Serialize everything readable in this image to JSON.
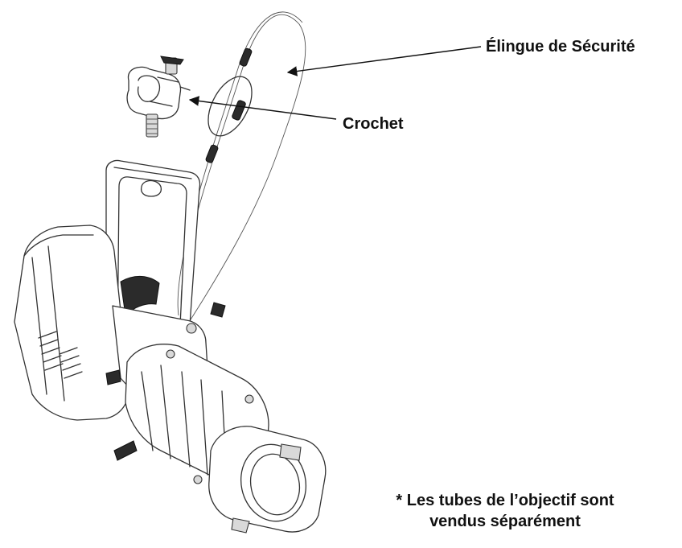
{
  "labels": {
    "safety_cable": "Élingue de Sécurité",
    "clamp": "Crochet",
    "note_line1": "* Les tubes de l’objectif sont",
    "note_line2": "vendus séparément"
  },
  "colors": {
    "ink": "#111111",
    "line": "#333333",
    "background": "#ffffff"
  }
}
